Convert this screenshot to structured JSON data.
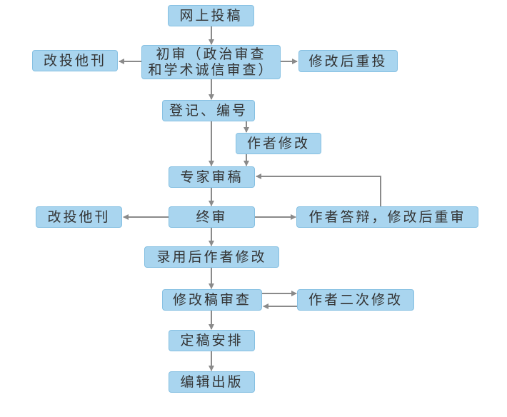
{
  "nodes": {
    "submit": "网上投稿",
    "initial_review_line1": "初审（政治审查",
    "initial_review_line2": "和学术诚信审查）",
    "reject_1": "改投他刊",
    "revise_resubmit": "修改后重投",
    "register": "登记、编号",
    "author_revise": "作者修改",
    "expert_review": "专家审稿",
    "final_review": "终审",
    "reject_2": "改投他刊",
    "author_defense": "作者答辩，修改后重审",
    "post_accept_revise": "录用后作者修改",
    "revision_check": "修改稿审查",
    "second_revise": "作者二次修改",
    "finalize": "定稿安排",
    "publish": "编辑出版"
  },
  "colors": {
    "box_fill": "#a9d5ef",
    "box_border": "#86c0e2",
    "arrow": "#8a8a8a"
  }
}
